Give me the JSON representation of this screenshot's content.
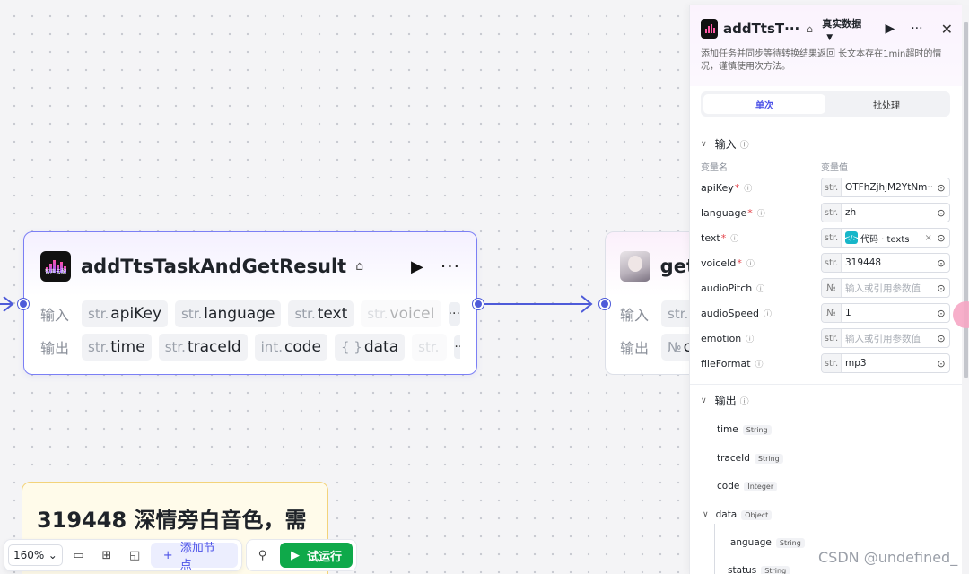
{
  "node1": {
    "title": "addTtsTaskAndGetResult",
    "logo_text": "智声云配",
    "inputs_label": "输入",
    "outputs_label": "输出",
    "inputs": [
      {
        "type": "str.",
        "name": "apiKey"
      },
      {
        "type": "str.",
        "name": "language"
      },
      {
        "type": "str.",
        "name": "text"
      },
      {
        "type": "str.",
        "name": "voiceI"
      }
    ],
    "outputs": [
      {
        "type": "str.",
        "name": "time"
      },
      {
        "type": "str.",
        "name": "traceId"
      },
      {
        "type": "int.",
        "name": "code"
      },
      {
        "type": "{ }",
        "name": "data"
      },
      {
        "type": "str.",
        "name": ""
      }
    ],
    "more": "···"
  },
  "node2": {
    "title": "get",
    "inputs_label": "输入",
    "outputs_label": "输出",
    "in_type": "str.",
    "in_name": "r",
    "out_type": "№",
    "out_name": "c"
  },
  "note": {
    "text": "319448 深情旁白音色，需"
  },
  "toolbar": {
    "zoom": "160%",
    "add_node": "添加节点",
    "try_run": "试运行"
  },
  "panel": {
    "title": "addTtsT···",
    "data_mode": "真实数据",
    "description": "添加任务并同步等待转换结果返回 长文本存在1min超时的情况，谨慎使用次方法。",
    "tabs": [
      "单次",
      "批处理"
    ],
    "input_section": "输入",
    "col_name": "变量名",
    "col_value": "变量值",
    "params": [
      {
        "name": "apiKey",
        "required": true,
        "type": "str.",
        "value": "OTFhZjhjM2YtNm···",
        "placeholder": false
      },
      {
        "name": "language",
        "required": true,
        "type": "str.",
        "value": "zh",
        "placeholder": false
      },
      {
        "name": "text",
        "required": true,
        "type": "str.",
        "value": "",
        "placeholder": false,
        "ref": "代码 · texts"
      },
      {
        "name": "voiceId",
        "required": true,
        "type": "str.",
        "value": "319448",
        "placeholder": false
      },
      {
        "name": "audioPitch",
        "required": false,
        "type": "№",
        "value": "输入或引用参数值",
        "placeholder": true
      },
      {
        "name": "audioSpeed",
        "required": false,
        "type": "№",
        "value": "1",
        "placeholder": false
      },
      {
        "name": "emotion",
        "required": false,
        "type": "str.",
        "value": "输入或引用参数值",
        "placeholder": true
      },
      {
        "name": "fileFormat",
        "required": false,
        "type": "str.",
        "value": "mp3",
        "placeholder": false
      }
    ],
    "output_section": "输出",
    "outputs": [
      {
        "name": "time",
        "type": "String"
      },
      {
        "name": "traceId",
        "type": "String"
      },
      {
        "name": "code",
        "type": "Integer"
      },
      {
        "name": "data",
        "type": "Object"
      },
      {
        "name": "language",
        "type": "String"
      },
      {
        "name": "status",
        "type": "String"
      }
    ]
  },
  "watermark": "CSDN @undefined_",
  "colors": {
    "accent": "#4d53e8",
    "run_green": "#0fa94a",
    "edge": "#4e5bd9",
    "note_border": "#f3d37a"
  }
}
